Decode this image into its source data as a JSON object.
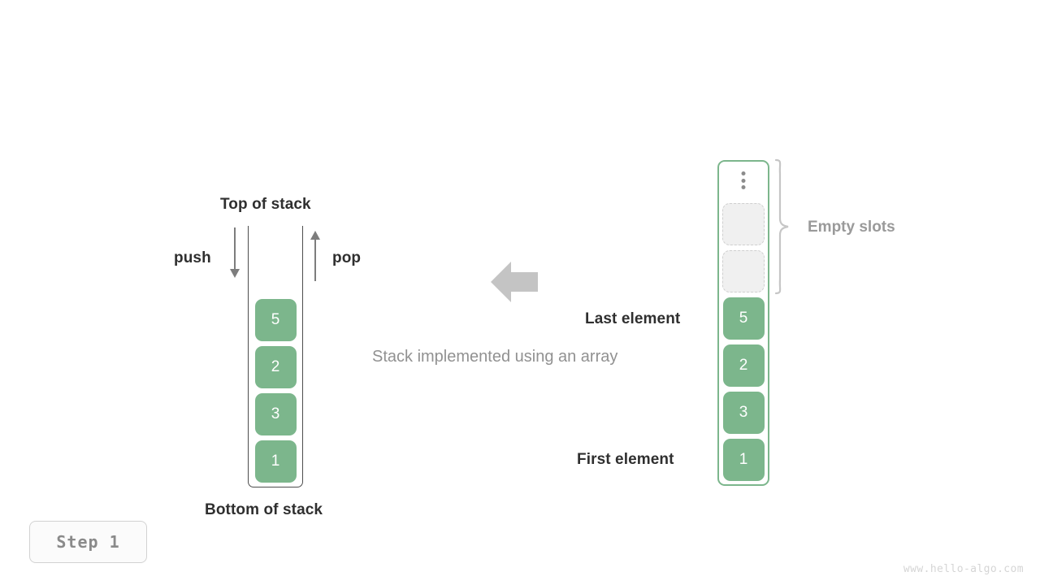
{
  "diagram": {
    "caption": "Stack implemented using an array",
    "step_badge": "Step  1",
    "watermark": "www.hello-algo.com",
    "accent_green": "#7cb68c",
    "label_dark": "#2f2f2f",
    "label_gray": "#919191",
    "arrow_gray": "#c4c4c4"
  },
  "left_stack": {
    "top_label": "Top of stack",
    "bottom_label": "Bottom of stack",
    "push_label": "push",
    "pop_label": "pop",
    "cells": [
      "5",
      "2",
      "3",
      "1"
    ]
  },
  "right_array": {
    "empty_slots_label": "Empty slots",
    "last_element_label": "Last element",
    "first_element_label": "First element",
    "ellipsis_icon": "vertical-ellipsis-icon",
    "empty_slot_count": 2,
    "cells": [
      "5",
      "2",
      "3",
      "1"
    ]
  }
}
